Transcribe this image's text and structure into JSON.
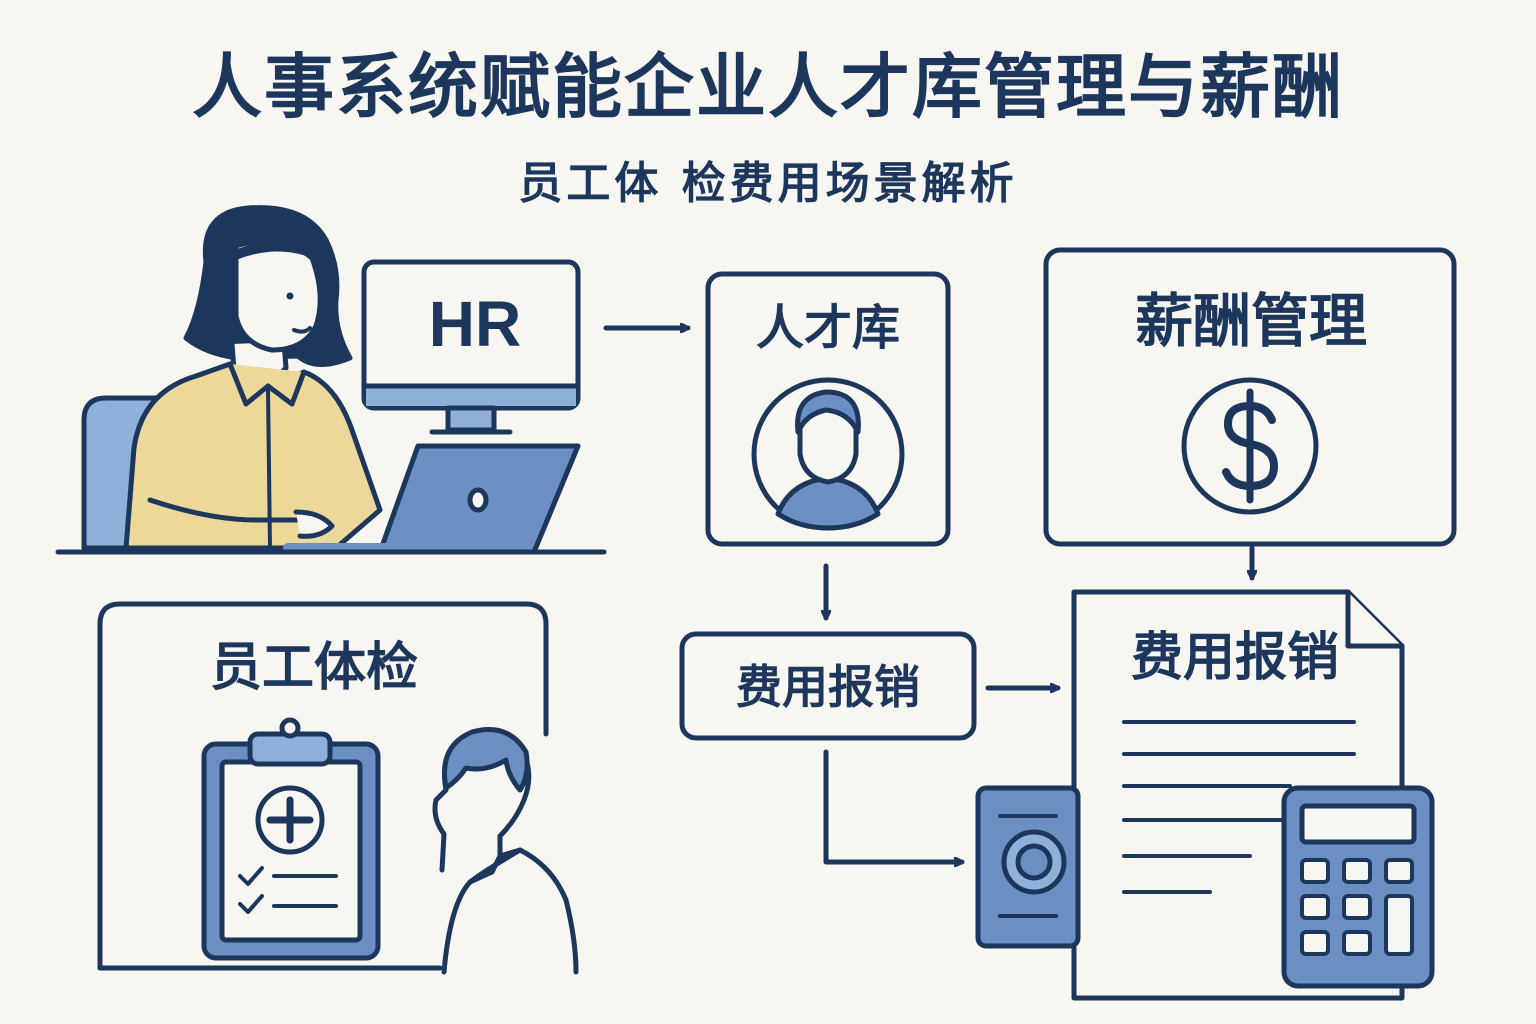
{
  "header": {
    "title": "人事系统赋能企业人才库管理与薪酬",
    "subtitle": "员工体 检费用场景解析"
  },
  "nodes": {
    "hr_monitor": "HR",
    "talent_pool": "人才库",
    "salary_management": "薪酬管理",
    "employee_checkup": "员工体检",
    "expense_reimbursement": "费用报销",
    "reimbursement_document": "费用报销"
  },
  "icons": {
    "talent_pool": "person-avatar-icon",
    "salary_management": "dollar-icon",
    "employee_checkup": "medical-clipboard-icon",
    "reimbursement": "passport-icon",
    "calculator": "calculator-icon"
  },
  "colors": {
    "navy": "#1c365c",
    "blue": "#6b8fc2",
    "light_blue": "#8fb0d8",
    "mustard": "#ecd898",
    "background": "#f8f6f1"
  }
}
